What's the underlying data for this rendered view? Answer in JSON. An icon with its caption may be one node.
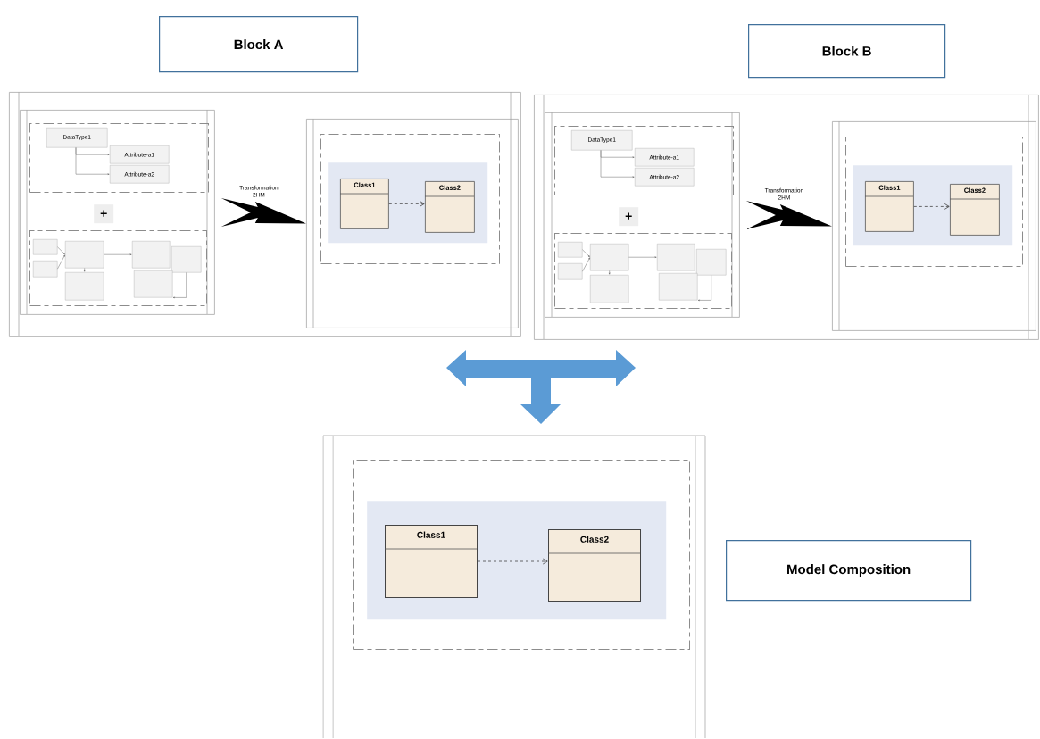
{
  "diagram": {
    "nodes": [
      {
        "text": [
          "Block A"
        ]
      },
      {
        "text": [
          "Block B"
        ]
      },
      {
        "text": [],
        "shape": "box"
      },
      {
        "text": [],
        "shape": "box",
        "in": 2
      },
      {
        "text": [],
        "shape": "box",
        "in": 3
      },
      {
        "text": [
          "DataType1"
        ],
        "in": 4
      },
      {
        "text": [
          "Attribute-a1"
        ],
        "in": 4
      },
      {
        "text": [
          "Attribute-a2"
        ],
        "in": 4
      },
      {
        "text": [
          "+"
        ],
        "in": 3
      },
      {
        "text": [],
        "shape": "box",
        "in": 3
      },
      {
        "text": [],
        "shape": "box",
        "in": 9
      },
      {
        "text": [],
        "shape": "box",
        "in": 9
      },
      {
        "text": [],
        "shape": "box",
        "in": 9
      },
      {
        "text": [],
        "shape": "box",
        "in": 9
      },
      {
        "text": [],
        "shape": "box",
        "in": 9
      },
      {
        "text": [],
        "shape": "box",
        "in": 9
      },
      {
        "text": [],
        "shape": "box",
        "in": 9
      },
      {
        "text": [],
        "shape": "box",
        "in": 2
      },
      {
        "text": [],
        "shape": "box",
        "in": 17
      },
      {
        "text": [],
        "shape": "box",
        "in": 18
      },
      {
        "text": [
          "Class1"
        ],
        "in": 19
      },
      {
        "text": [
          "Class2"
        ],
        "in": 19
      },
      {
        "text": [],
        "shape": "box"
      },
      {
        "text": [],
        "shape": "box",
        "in": 22
      },
      {
        "text": [],
        "shape": "box",
        "in": 23
      },
      {
        "text": [
          "DataType1"
        ],
        "in": 24
      },
      {
        "text": [
          "Attribute-a1"
        ],
        "in": 24
      },
      {
        "text": [
          "Attribute-a2"
        ],
        "in": 24
      },
      {
        "text": [
          "+"
        ],
        "in": 23
      },
      {
        "text": [],
        "shape": "box",
        "in": 23
      },
      {
        "text": [],
        "shape": "box",
        "in": 29
      },
      {
        "text": [],
        "shape": "box",
        "in": 29
      },
      {
        "text": [],
        "shape": "box",
        "in": 29
      },
      {
        "text": [],
        "shape": "box",
        "in": 29
      },
      {
        "text": [],
        "shape": "box",
        "in": 29
      },
      {
        "text": [],
        "shape": "box",
        "in": 29
      },
      {
        "text": [],
        "shape": "box",
        "in": 29
      },
      {
        "text": [],
        "shape": "box",
        "in": 22
      },
      {
        "text": [],
        "shape": "box",
        "in": 37
      },
      {
        "text": [],
        "shape": "box",
        "in": 38
      },
      {
        "text": [
          "Class1"
        ],
        "in": 39
      },
      {
        "text": [
          "Class2"
        ],
        "in": 39
      },
      {
        "text": [],
        "shape": "box"
      },
      {
        "text": [],
        "shape": "box",
        "in": 42
      },
      {
        "text": [],
        "shape": "box",
        "in": 43
      },
      {
        "text": [
          "Class1"
        ],
        "in": 44
      },
      {
        "text": [
          "Class2"
        ],
        "in": 44
      },
      {
        "text": [
          "Model Composition"
        ]
      }
    ],
    "edges": [
      {
        "from": 5,
        "to": 6,
        "arrow": "to"
      },
      {
        "from": 5,
        "to": 7,
        "arrow": "to"
      },
      {
        "from": 10,
        "to": 12,
        "arrow": "to"
      },
      {
        "from": 11,
        "to": 12,
        "arrow": "to"
      },
      {
        "from": 12,
        "to": 13,
        "arrow": "to"
      },
      {
        "from": 12,
        "to": 14,
        "arrow": "to"
      },
      {
        "from": 15,
        "to": 16,
        "arrow": "to"
      },
      {
        "from": 3,
        "to": 17,
        "arrow": "to",
        "label": "Transformation 2HM",
        "style": "thick",
        "color": "#000000"
      },
      {
        "from": 20,
        "to": 21,
        "arrow": "to",
        "style": "dashed"
      },
      {
        "from": 25,
        "to": 26,
        "arrow": "to"
      },
      {
        "from": 25,
        "to": 27,
        "arrow": "to"
      },
      {
        "from": 30,
        "to": 32,
        "arrow": "to"
      },
      {
        "from": 31,
        "to": 32,
        "arrow": "to"
      },
      {
        "from": 32,
        "to": 33,
        "arrow": "to"
      },
      {
        "from": 32,
        "to": 34,
        "arrow": "to"
      },
      {
        "from": 35,
        "to": 36,
        "arrow": "to"
      },
      {
        "from": 23,
        "to": 37,
        "arrow": "to",
        "label": "Transformation 2HM",
        "style": "thick",
        "color": "#000000"
      },
      {
        "from": 40,
        "to": 41,
        "arrow": "to",
        "style": "dashed"
      },
      {
        "from": 45,
        "to": 46,
        "arrow": "to",
        "style": "dashed"
      },
      {
        "from": 2,
        "to": 22,
        "arrow": "both",
        "style": "thick",
        "color": "#5b9bd5"
      },
      {
        "from": 2,
        "to": 42,
        "arrow": "both",
        "style": "thick",
        "color": "#5b9bd5"
      },
      {
        "from": 22,
        "to": 42,
        "arrow": "both",
        "style": "thick",
        "color": "#5b9bd5"
      }
    ]
  }
}
